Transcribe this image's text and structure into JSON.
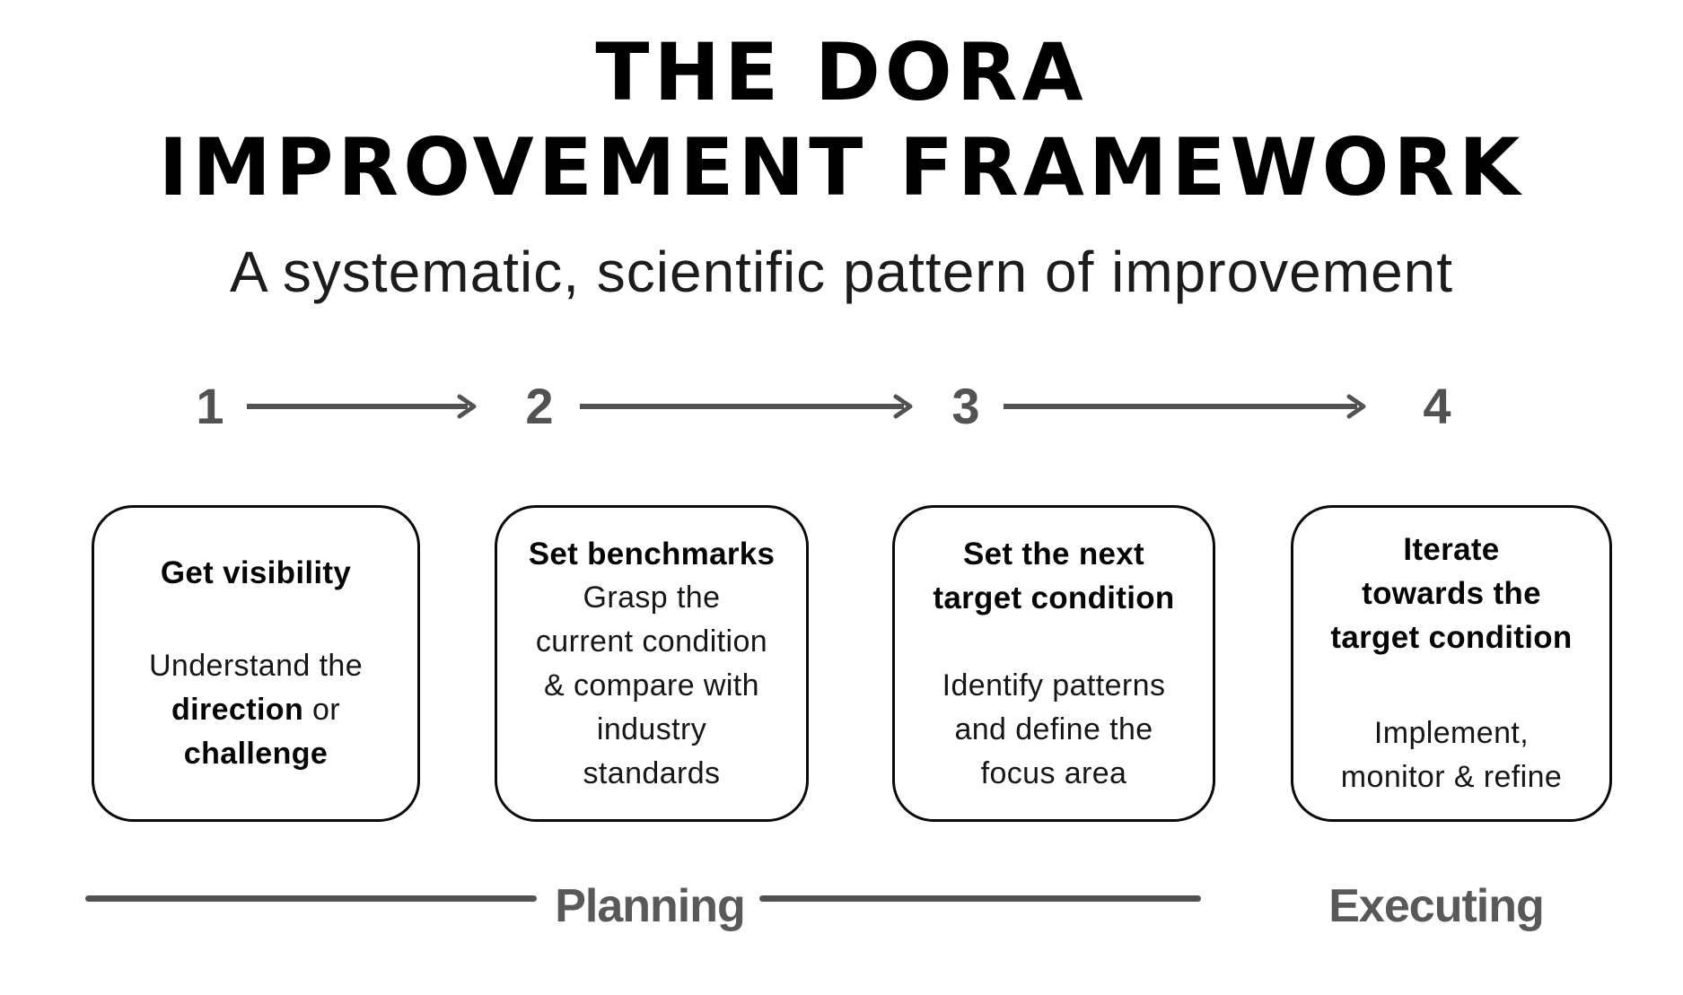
{
  "page_title": {
    "line1": "THE DORA",
    "line2": "IMPROVEMENT FRAMEWORK"
  },
  "subtitle": "A systematic, scientific pattern of improvement",
  "steps": {
    "labels": [
      "1",
      "2",
      "3",
      "4"
    ]
  },
  "cards": [
    {
      "step": "1",
      "heading_lines": [
        "Get visibility"
      ],
      "body_lines": [
        {
          "segments": [
            {
              "text": "Understand the",
              "bold": false
            }
          ]
        },
        {
          "segments": [
            {
              "text": "direction",
              "bold": true
            },
            {
              "text": " or",
              "bold": false
            }
          ]
        },
        {
          "segments": [
            {
              "text": "challenge",
              "bold": true
            }
          ]
        }
      ]
    },
    {
      "step": "2",
      "heading_lines": [
        "Set benchmarks"
      ],
      "body_lines": [
        {
          "segments": [
            {
              "text": "Grasp the",
              "bold": false
            }
          ]
        },
        {
          "segments": [
            {
              "text": "current condition",
              "bold": false
            }
          ]
        },
        {
          "segments": [
            {
              "text": "& compare with",
              "bold": false
            }
          ]
        },
        {
          "segments": [
            {
              "text": "industry",
              "bold": false
            }
          ]
        },
        {
          "segments": [
            {
              "text": "standards",
              "bold": false
            }
          ]
        }
      ]
    },
    {
      "step": "3",
      "heading_lines": [
        "Set the next",
        "target condition"
      ],
      "body_lines": [
        {
          "segments": [
            {
              "text": "Identify patterns",
              "bold": false
            }
          ]
        },
        {
          "segments": [
            {
              "text": "and define the",
              "bold": false
            }
          ]
        },
        {
          "segments": [
            {
              "text": "focus area",
              "bold": false
            }
          ]
        }
      ]
    },
    {
      "step": "4",
      "heading_lines": [
        "Iterate",
        "towards the",
        "target condition"
      ],
      "body_lines": [
        {
          "segments": [
            {
              "text": "Implement,",
              "bold": false
            }
          ]
        },
        {
          "segments": [
            {
              "text": "monitor & refine",
              "bold": false
            }
          ]
        }
      ]
    }
  ],
  "phases": {
    "planning_label": "Planning",
    "executing_label": "Executing"
  },
  "colors": {
    "ink": "#000000",
    "gray_accent": "#515254",
    "card_border": "#0a0a0a",
    "background": "#ffffff"
  }
}
